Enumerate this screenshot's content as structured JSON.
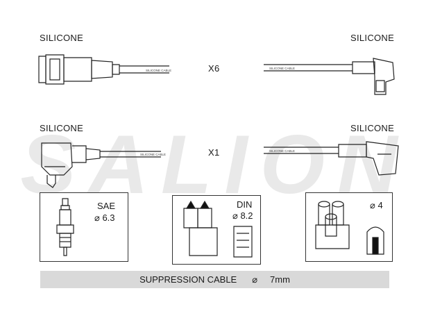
{
  "rows": [
    {
      "left_label": "SILICONE",
      "right_label": "SILICONE",
      "quantity": "X6"
    },
    {
      "left_label": "SILICONE",
      "right_label": "SILICONE",
      "quantity": "X1"
    }
  ],
  "watermark": "SALION",
  "cable_print": "SILICONE CABLE",
  "connectors": [
    {
      "standard": "SAE",
      "diameter": "6.3"
    },
    {
      "standard": "DIN",
      "diameter": "8.2"
    },
    {
      "standard": "",
      "diameter": "4"
    }
  ],
  "diameter_symbol": "⌀",
  "bottom_bar": {
    "text": "SUPPRESSION CABLE",
    "symbol": "⌀",
    "size": "7mm"
  }
}
